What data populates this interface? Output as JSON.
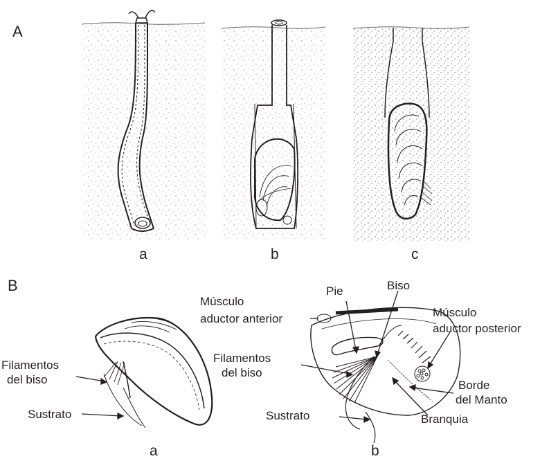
{
  "panel_a": {
    "letter": "A",
    "sublabels": [
      "a",
      "b",
      "c"
    ]
  },
  "panel_b": {
    "letter": "B",
    "sublabels": [
      "a",
      "b"
    ],
    "labels_a": {
      "filaments_line1": "Filamentos",
      "filaments_line2": "del biso",
      "substrate": "Sustrato"
    },
    "labels_b": {
      "anterior_line1": "Músculo",
      "anterior_line2": "aductor anterior",
      "foot": "Pie",
      "byssus": "Biso",
      "posterior_line1": "Músculo",
      "posterior_line2": "aductor posterior",
      "filaments_line1": "Filamentos",
      "filaments_line2": "del biso",
      "mantle_line1": "Borde",
      "mantle_line2": "del Manto",
      "gill": "Branquia",
      "substrate": "Sustrato"
    }
  },
  "colors": {
    "ink": "#231f20",
    "sediment": "#9a9a9a",
    "sand_dot": "#8a8a8a"
  }
}
